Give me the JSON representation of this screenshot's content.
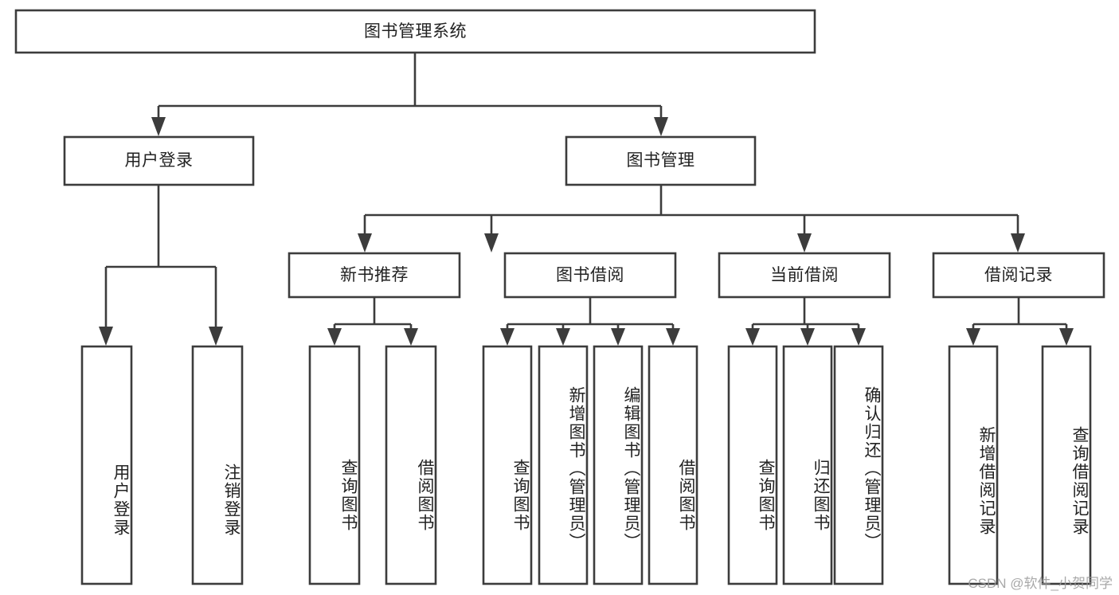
{
  "diagram": {
    "title": "图书管理系统",
    "type": "tree-hierarchy",
    "watermark": "CSDN @软件_小贺同学",
    "colors": {
      "box_stroke": "#3c3c3c",
      "box_fill": "#ffffff",
      "text": "#222222",
      "background": "#ffffff",
      "watermark": "#9a9a9a"
    },
    "levels": {
      "root": {
        "label": "图书管理系统"
      },
      "level1": [
        {
          "label": "用户登录"
        },
        {
          "label": "图书管理"
        }
      ],
      "level2": [
        {
          "label": "新书推荐"
        },
        {
          "label": "图书借阅"
        },
        {
          "label": "当前借阅"
        },
        {
          "label": "借阅记录"
        }
      ],
      "leaves": [
        {
          "label": "用户登录",
          "parent": "用户登录"
        },
        {
          "label": "注销登录",
          "parent": "用户登录"
        },
        {
          "label": "查询图书",
          "parent": "新书推荐"
        },
        {
          "label": "借阅图书",
          "parent": "新书推荐"
        },
        {
          "label": "查询图书",
          "parent": "图书借阅"
        },
        {
          "label": "新增图书（管理员）",
          "parent": "图书借阅"
        },
        {
          "label": "编辑图书（管理员）",
          "parent": "图书借阅"
        },
        {
          "label": "借阅图书",
          "parent": "图书借阅"
        },
        {
          "label": "查询图书",
          "parent": "当前借阅"
        },
        {
          "label": "归还图书",
          "parent": "当前借阅"
        },
        {
          "label": "确认归还（管理员）",
          "parent": "当前借阅"
        },
        {
          "label": "新增借阅记录",
          "parent": "借阅记录"
        },
        {
          "label": "查询借阅记录",
          "parent": "借阅记录"
        }
      ]
    }
  }
}
